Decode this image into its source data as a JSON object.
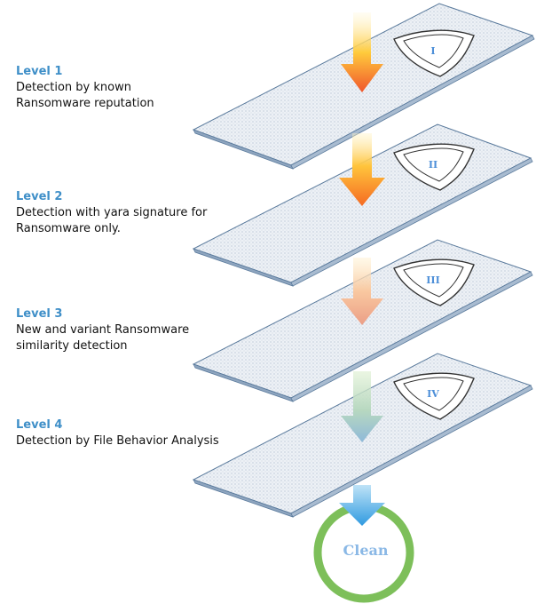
{
  "levels": [
    {
      "title": "Level 1",
      "description": "Detection by known\nRansomware reputation",
      "shield_mark": "I"
    },
    {
      "title": "Level 2",
      "description": "Detection with yara signature for\nRansomware only.",
      "shield_mark": "II"
    },
    {
      "title": "Level 3",
      "description": "New and variant Ransomware\nsimilarity detection",
      "shield_mark": "III"
    },
    {
      "title": "Level 4",
      "description": "Detection by File Behavior Analysis",
      "shield_mark": "IV"
    }
  ],
  "result": {
    "label": "Clean"
  },
  "colors": {
    "level_title": "#3f8fc8",
    "plate_fill": "#e9eef4",
    "plate_edge": "#5a7a9c",
    "ring": "#7dbf5a",
    "clean_text": "#8ab8e6",
    "shield_mark": "#4d8fd8"
  },
  "icons": {
    "layer_badge": "shield-icon",
    "flow": "down-arrow-icon",
    "result": "ring-icon"
  }
}
